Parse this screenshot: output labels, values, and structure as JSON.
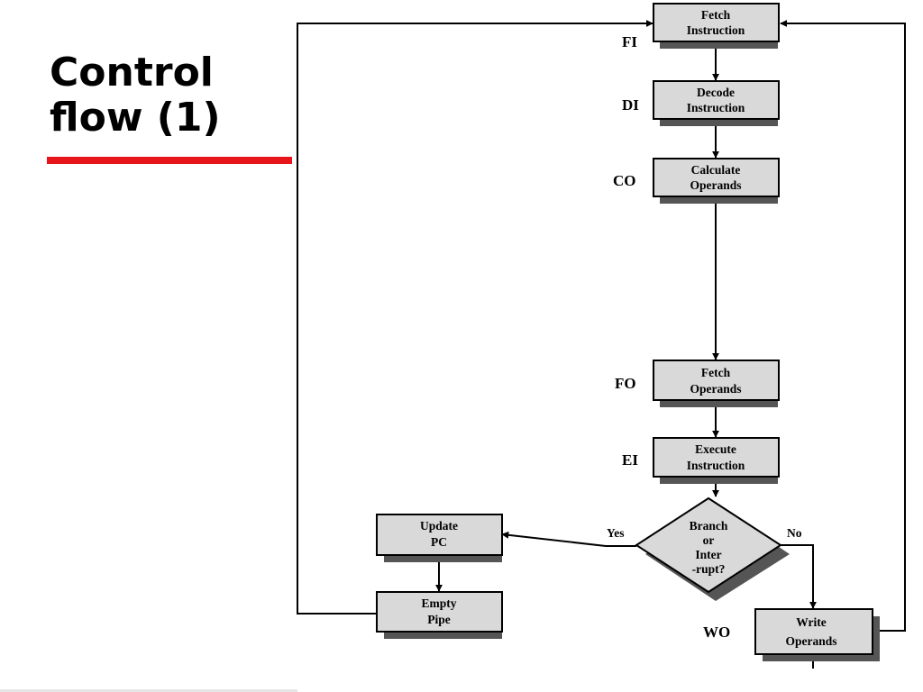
{
  "slide": {
    "title_line1": "Control",
    "title_line2": "flow (1)"
  },
  "diagram": {
    "nodes": {
      "fi": {
        "step": "FI",
        "line1": "Fetch",
        "line2": "Instruction"
      },
      "di": {
        "step": "DI",
        "line1": "Decode",
        "line2": "Instruction"
      },
      "co": {
        "step": "CO",
        "line1": "Calculate",
        "line2": "Operands"
      },
      "fo": {
        "step": "FO",
        "line1": "Fetch",
        "line2": "Operands"
      },
      "ei": {
        "step": "EI",
        "line1": "Execute",
        "line2": "Instruction"
      },
      "wo": {
        "step": "WO",
        "line1": "Write",
        "line2": "Operands"
      },
      "update_pc": {
        "line1": "Update",
        "line2": "PC"
      },
      "empty_pipe": {
        "line1": "Empty",
        "line2": "Pipe"
      }
    },
    "decision": {
      "line1": "Branch",
      "line2": "or",
      "line3": "Inter",
      "line4": "-rupt?",
      "yes_label": "Yes",
      "no_label": "No"
    }
  },
  "colors": {
    "box_fill": "#d9d9d9",
    "box_shadow": "#555555",
    "line": "#000000",
    "title_underline": "#e8141c"
  }
}
